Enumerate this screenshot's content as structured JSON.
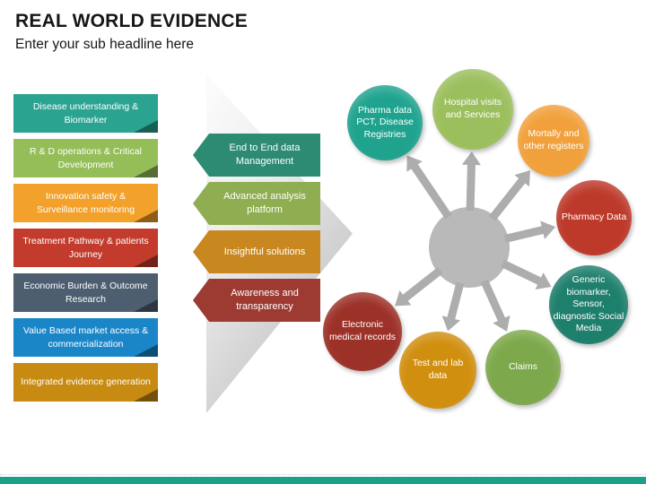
{
  "slide": {
    "title": "REAL WORLD EVIDENCE",
    "subtitle": "Enter your sub headline here",
    "accent_bar_color": "#1ca189"
  },
  "left_ribbons": {
    "items": [
      {
        "label": "Disease understanding & Biomarker",
        "color": "#2aa491"
      },
      {
        "label": "R & D operations & Critical Development",
        "color": "#94be58"
      },
      {
        "label": "Innovation safety & Surveillance monitoring",
        "color": "#f2a12b"
      },
      {
        "label": "Treatment Pathway & patients Journey",
        "color": "#c23b2c"
      },
      {
        "label": "Economic Burden & Outcome Research",
        "color": "#4d5e70"
      },
      {
        "label": "Value Based market access & commercialization",
        "color": "#1a86c8"
      },
      {
        "label": "Integrated evidence generation",
        "color": "#c78b12"
      }
    ]
  },
  "process_tags": {
    "items": [
      {
        "label": "End to End data Management",
        "color": "#2d8a73"
      },
      {
        "label": "Advanced analysis platform",
        "color": "#8fae52"
      },
      {
        "label": "Insightful solutions",
        "color": "#c9881f"
      },
      {
        "label": "Awareness and transparency",
        "color": "#9d3a31"
      }
    ]
  },
  "hub_spoke": {
    "hub_color": "#b9b9b9",
    "arrow_color": "#adadad",
    "nodes": [
      {
        "label": "Pharma data PCT, Disease Registries",
        "color": "#1fa38f"
      },
      {
        "label": "Hospital visits and Services",
        "color": "#9cbf5e"
      },
      {
        "label": "Mortally and other registers",
        "color": "#f1a13c"
      },
      {
        "label": "Pharmacy Data",
        "color": "#bd3a2b"
      },
      {
        "label": "Generic biomarker, Sensor, diagnostic Social Media",
        "color": "#1f7f6d"
      },
      {
        "label": "Claims",
        "color": "#7da84b"
      },
      {
        "label": "Test and lab data",
        "color": "#d18f10"
      },
      {
        "label": "Electronic medical records",
        "color": "#9c3128"
      }
    ]
  }
}
